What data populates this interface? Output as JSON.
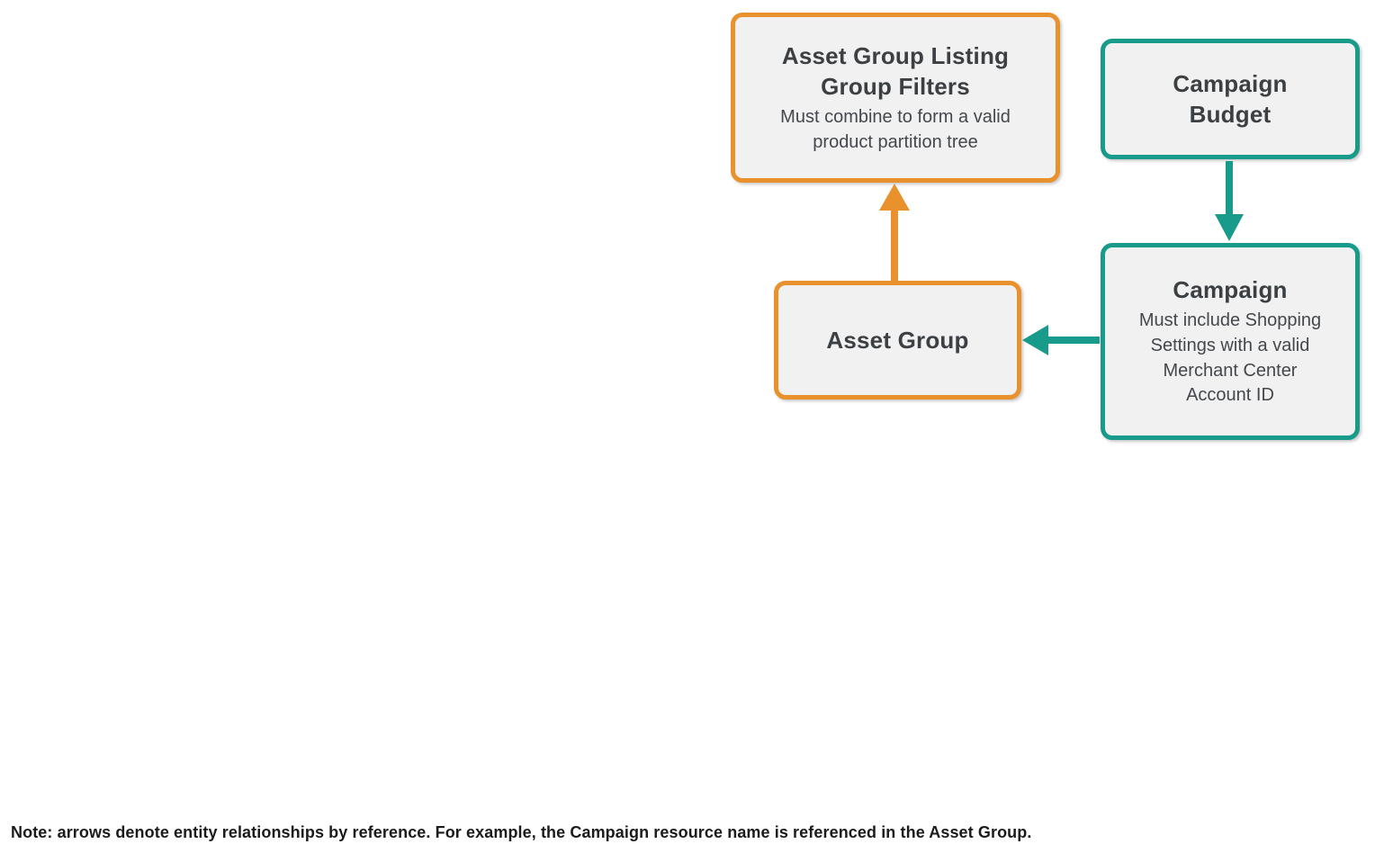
{
  "colors": {
    "orange": "#E8912D",
    "teal": "#199B8B",
    "boxFill": "#F1F1F2",
    "titleText": "#3C4043",
    "subtitleText": "#44484C",
    "noteText": "#1B1B1B"
  },
  "diagram": {
    "nodes": {
      "listing_filters": {
        "title": "Asset Group Listing Group Filters",
        "subtitle": "Must combine to form a valid product partition tree",
        "accent": "orange"
      },
      "campaign_budget": {
        "title": "Campaign Budget",
        "subtitle": "",
        "accent": "teal"
      },
      "campaign": {
        "title": "Campaign",
        "subtitle": "Must include Shopping Settings with a valid Merchant Center Account ID",
        "accent": "teal"
      },
      "asset_group": {
        "title": "Asset Group",
        "subtitle": "",
        "accent": "orange"
      }
    },
    "edges": [
      {
        "from": "asset_group",
        "to": "listing_filters",
        "color": "orange",
        "direction": "up"
      },
      {
        "from": "campaign_budget",
        "to": "campaign",
        "color": "teal",
        "direction": "down"
      },
      {
        "from": "campaign",
        "to": "asset_group",
        "color": "teal",
        "direction": "left"
      }
    ]
  },
  "note": "Note: arrows denote entity relationships by reference. For example, the Campaign resource name is referenced in the Asset Group."
}
